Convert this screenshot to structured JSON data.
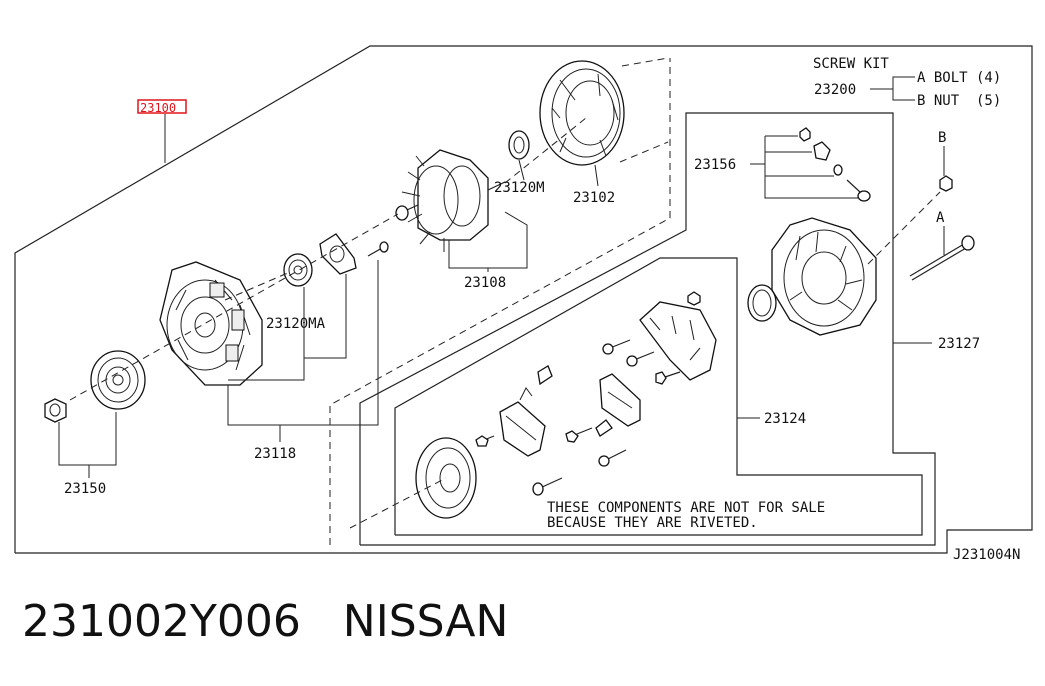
{
  "diagram": {
    "labels": {
      "assembly": "23100",
      "screw_kit": "SCREW KIT",
      "kit_number": "23200",
      "bolt": "A BOLT (4)",
      "nut": "B NUT  (5)",
      "p23156": "23156",
      "p23120m": "23120M",
      "p23102": "23102",
      "p23108": "23108",
      "p23120ma": "23120MA",
      "p23118": "23118",
      "p23150": "23150",
      "p23127": "23127",
      "p23124": "23124",
      "mark_a": "A",
      "mark_b": "B",
      "note_line1": "THESE COMPONENTS ARE NOT FOR SALE",
      "note_line2": "BECAUSE THEY ARE RIVETED.",
      "diagram_code": "J231004N"
    },
    "highlight_color": "#e0151b"
  },
  "caption": {
    "part_number": "231002Y006",
    "brand": "NISSAN"
  }
}
